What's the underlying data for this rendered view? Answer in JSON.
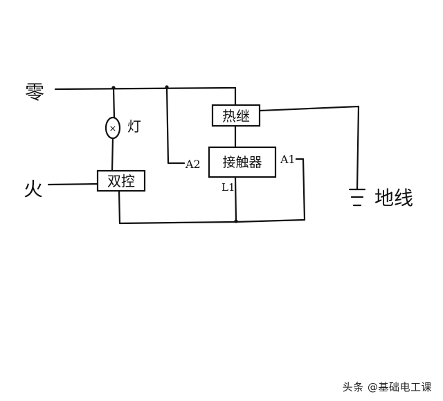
{
  "labels": {
    "neutral": "零",
    "live": "火",
    "lamp": "灯",
    "double_switch": "双控",
    "thermal_relay": "热继",
    "contactor": "接触器",
    "terminal_a2": "A2",
    "terminal_a1": "A1",
    "terminal_l1": "L1",
    "ground": "地线",
    "lamp_symbol": "×"
  },
  "watermark": "头条 @基础电工课",
  "colors": {
    "ink": "#111111",
    "background": "#ffffff"
  }
}
